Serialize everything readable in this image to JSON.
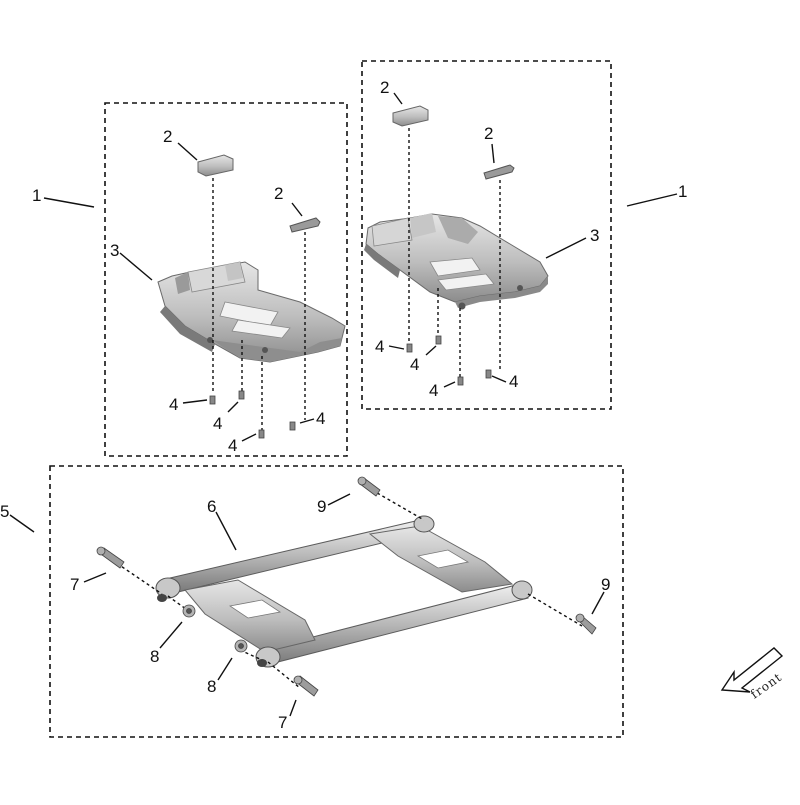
{
  "diagram": {
    "callouts": {
      "c1_left": "1",
      "c1_right": "1",
      "c2_a": "2",
      "c2_b": "2",
      "c2_c": "2",
      "c2_d": "2",
      "c3_left": "3",
      "c3_right": "3",
      "c4_a": "4",
      "c4_b": "4",
      "c4_c": "4",
      "c4_d": "4",
      "c4_e": "4",
      "c4_f": "4",
      "c4_g": "4",
      "c4_h": "4",
      "c5": "5",
      "c6": "6",
      "c7_top": "7",
      "c7_bottom": "7",
      "c8_left": "8",
      "c8_right": "8",
      "c9_top": "9",
      "c9_right": "9"
    },
    "direction_label": "front",
    "colors": {
      "line": "#111111",
      "part_fill": "#bdbdbd",
      "part_dark": "#8a8a8a",
      "part_light": "#e2e2e2"
    }
  }
}
